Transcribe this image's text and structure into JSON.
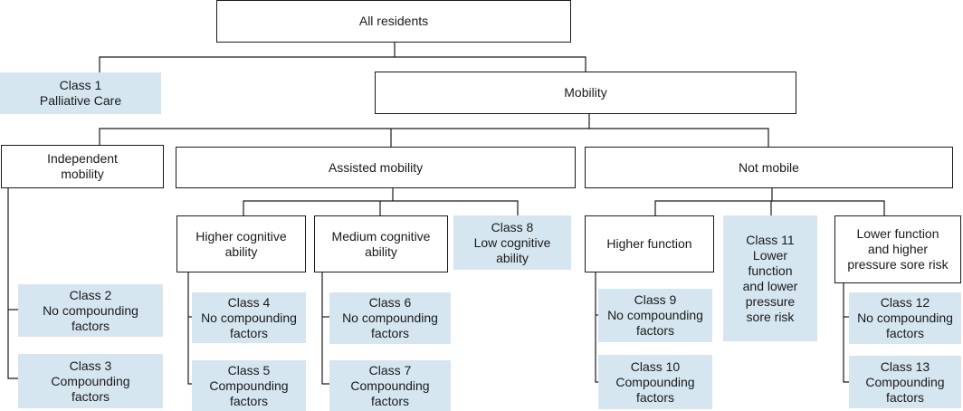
{
  "diagram": {
    "root": "All residents",
    "class1": "Class 1\nPalliative Care",
    "mobility": "Mobility",
    "independent": "Independent\nmobility",
    "assisted": "Assisted mobility",
    "not_mobile": "Not mobile",
    "higher_cognitive": "Higher cognitive\nability",
    "medium_cognitive": "Medium cognitive\nability",
    "class8": "Class 8\nLow cognitive\nability",
    "higher_function": "Higher function",
    "class11": "Class 11\nLower\nfunction\nand lower\npressure\nsore risk",
    "lower_function": "Lower function\nand higher\npressure sore risk",
    "class2": "Class 2\nNo compounding\nfactors",
    "class3": "Class 3\nCompounding\nfactors",
    "class4": "Class 4\nNo compounding\nfactors",
    "class5": "Class 5\nCompounding\nfactors",
    "class6": "Class 6\nNo compounding\nfactors",
    "class7": "Class 7\nCompounding\nfactors",
    "class9": "Class 9\nNo compounding\nfactors",
    "class10": "Class 10\nCompounding\nfactors",
    "class12": "Class 12\nNo compounding\nfactors",
    "class13": "Class 13\nCompounding\nfactors"
  },
  "colors": {
    "class_fill": "#d6e6f0",
    "outline": "#1a1a1a",
    "background": "#ffffff"
  }
}
